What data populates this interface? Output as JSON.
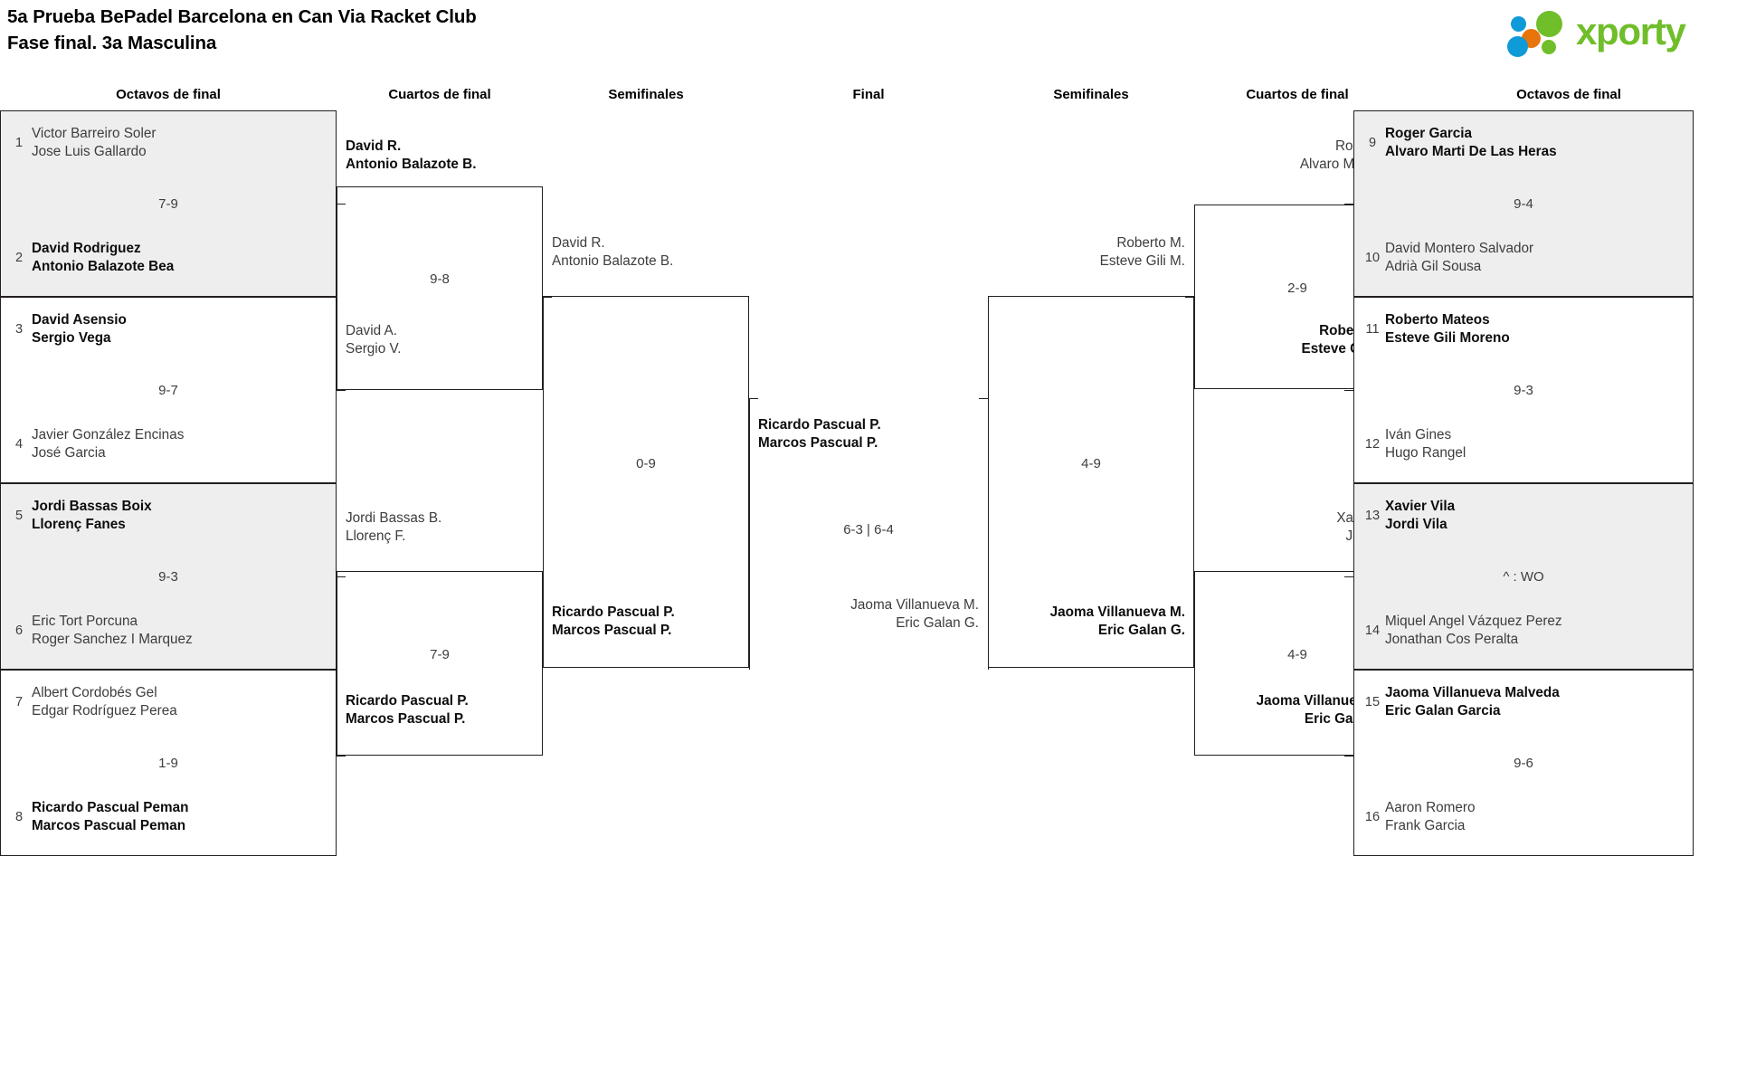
{
  "header": {
    "title_line1": "5a Prueba BePadel Barcelona en Can Via Racket Club",
    "title_line2": "Fase final. 3a Masculina",
    "logo_text": "xporty",
    "logo_colors": {
      "green": "#6fbe2a",
      "blue": "#0f9ad8",
      "orange": "#e8740c"
    }
  },
  "rounds": {
    "octavos_left": "Octavos de final",
    "cuartos_left": "Cuartos de final",
    "semis_left": "Semifinales",
    "final": "Final",
    "semis_right": "Semifinales",
    "cuartos_right": "Cuartos de final",
    "octavos_right": "Octavos de final"
  },
  "left": {
    "octavos": [
      {
        "score": "7-9",
        "top": {
          "seed": "1",
          "p1": "Victor Barreiro Soler",
          "p2": "Jose Luis Gallardo",
          "winner": false
        },
        "bottom": {
          "seed": "2",
          "p1": "David Rodriguez",
          "p2": "Antonio Balazote Bea",
          "winner": true
        }
      },
      {
        "score": "9-7",
        "top": {
          "seed": "3",
          "p1": "David Asensio",
          "p2": "Sergio Vega",
          "winner": true
        },
        "bottom": {
          "seed": "4",
          "p1": "Javier González Encinas",
          "p2": "José Garcia",
          "winner": false
        }
      },
      {
        "score": "9-3",
        "top": {
          "seed": "5",
          "p1": "Jordi Bassas Boix",
          "p2": "Llorenç Fanes",
          "winner": true
        },
        "bottom": {
          "seed": "6",
          "p1": "Eric Tort Porcuna",
          "p2": "Roger Sanchez I Marquez",
          "winner": false
        }
      },
      {
        "score": "1-9",
        "top": {
          "seed": "7",
          "p1": "Albert Cordobés Gel",
          "p2": "Edgar Rodríguez Perea",
          "winner": false
        },
        "bottom": {
          "seed": "8",
          "p1": "Ricardo Pascual Peman",
          "p2": "Marcos Pascual Peman",
          "winner": true
        }
      }
    ],
    "cuartos": [
      {
        "score": "9-8",
        "top": {
          "p1": "David R.",
          "p2": "Antonio Balazote B.",
          "winner": true
        },
        "bottom": {
          "p1": "David A.",
          "p2": "Sergio V.",
          "winner": false
        }
      },
      {
        "score": "7-9",
        "top": {
          "p1": "Jordi Bassas B.",
          "p2": "Llorenç F.",
          "winner": false
        },
        "bottom": {
          "p1": "Ricardo Pascual P.",
          "p2": "Marcos Pascual P.",
          "winner": true
        }
      }
    ],
    "semis": [
      {
        "score": "0-9",
        "top": {
          "p1": "David R.",
          "p2": "Antonio Balazote B.",
          "winner": false
        },
        "bottom": {
          "p1": "Ricardo Pascual P.",
          "p2": "Marcos Pascual P.",
          "winner": true
        }
      }
    ]
  },
  "final": {
    "score": "6-3 | 6-4",
    "top": {
      "p1": "Ricardo Pascual P.",
      "p2": "Marcos Pascual P.",
      "winner": true
    },
    "bottom": {
      "p1": "Jaoma Villanueva M.",
      "p2": "Eric Galan G.",
      "winner": false
    }
  },
  "right": {
    "octavos": [
      {
        "score": "9-4",
        "top": {
          "seed": "9",
          "p1": "Roger Garcia",
          "p2": "Alvaro Marti De Las Heras",
          "winner": true
        },
        "bottom": {
          "seed": "10",
          "p1": "David Montero Salvador",
          "p2": "Adrià Gil Sousa",
          "winner": false
        }
      },
      {
        "score": "9-3",
        "top": {
          "seed": "11",
          "p1": "Roberto Mateos",
          "p2": "Esteve Gili Moreno",
          "winner": true
        },
        "bottom": {
          "seed": "12",
          "p1": "Iván Gines",
          "p2": "Hugo Rangel",
          "winner": false
        }
      },
      {
        "score": "^ : WO",
        "top": {
          "seed": "13",
          "p1": "Xavier Vila",
          "p2": "Jordi Vila",
          "winner": true
        },
        "bottom": {
          "seed": "14",
          "p1": "Miquel Angel Vázquez Perez",
          "p2": "Jonathan Cos Peralta",
          "winner": false
        }
      },
      {
        "score": "9-6",
        "top": {
          "seed": "15",
          "p1": "Jaoma Villanueva Malveda",
          "p2": "Eric Galan Garcia",
          "winner": true
        },
        "bottom": {
          "seed": "16",
          "p1": "Aaron Romero",
          "p2": "Frank Garcia",
          "winner": false
        }
      }
    ],
    "cuartos": [
      {
        "score": "2-9",
        "top": {
          "p1": "Roger G.",
          "p2": "Alvaro Marti D.",
          "winner": false
        },
        "bottom": {
          "p1": "Roberto M.",
          "p2": "Esteve Gili M.",
          "winner": true
        }
      },
      {
        "score": "4-9",
        "top": {
          "p1": "Xavier V.",
          "p2": "Jordi V.",
          "winner": false
        },
        "bottom": {
          "p1": "Jaoma Villanueva M.",
          "p2": "Eric Galan G.",
          "winner": true
        }
      }
    ],
    "semis": [
      {
        "score": "4-9",
        "top": {
          "p1": "Roberto M.",
          "p2": "Esteve Gili M.",
          "winner": false
        },
        "bottom": {
          "p1": "Jaoma Villanueva M.",
          "p2": "Eric Galan G.",
          "winner": true
        }
      }
    ]
  }
}
